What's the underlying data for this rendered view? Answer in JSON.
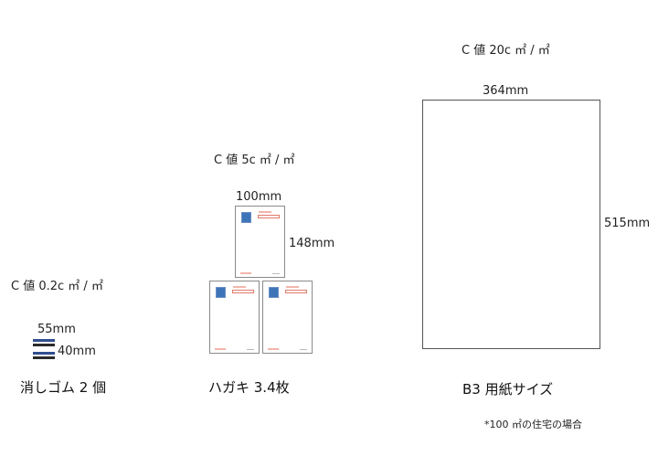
{
  "eraser_group": {
    "c_value": "C 値 0.2c ㎡ / ㎡",
    "width_label": "55mm",
    "height_label": "40mm",
    "caption": "消しゴム  2 個",
    "count": 2
  },
  "postcard_group": {
    "c_value": "C 値 5c ㎡ / ㎡",
    "width_label": "100mm",
    "height_label": "148mm",
    "caption": "ハガキ 3.4枚",
    "count": 3
  },
  "b3_group": {
    "c_value": "C 値 20c ㎡ / ㎡",
    "width_label": "364mm",
    "height_label": "515mm",
    "caption": "B3 用紙サイズ"
  },
  "footnote": "*100 ㎡の住宅の場合",
  "colors": {
    "eraser_blue": "#2f4e8f",
    "stamp_blue": "#3e74b8",
    "postal_red": "#e07a6a",
    "border_gray": "#8a8a8a"
  }
}
